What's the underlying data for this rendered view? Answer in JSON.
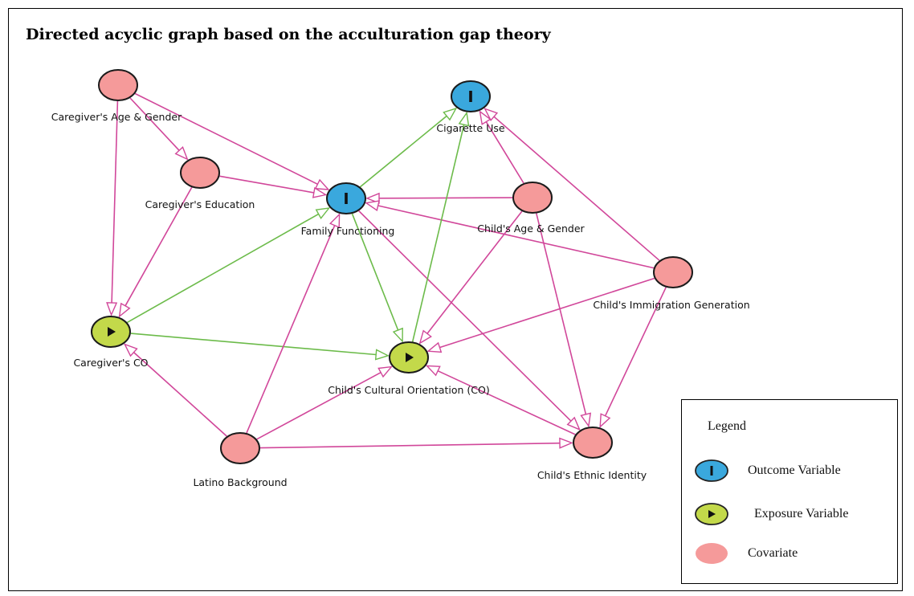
{
  "title": "Directed acyclic graph based on the acculturation gap theory",
  "colors": {
    "outcome": "#3aa8dd",
    "exposure": "#c3d94a",
    "covariate": "#f59a9a",
    "causal_path": "#6cbb4a",
    "biasing_path": "#d1479a"
  },
  "nodes": [
    {
      "id": "caregiver_age_gender",
      "label": "Caregiver's Age & Gender",
      "type": "covariate"
    },
    {
      "id": "caregiver_education",
      "label": "Caregiver's Education",
      "type": "covariate"
    },
    {
      "id": "cigarette_use",
      "label": "Cigarette Use",
      "type": "outcome"
    },
    {
      "id": "family_functioning",
      "label": "Family Functioning",
      "type": "outcome"
    },
    {
      "id": "child_age_gender",
      "label": "Child's Age & Gender",
      "type": "covariate"
    },
    {
      "id": "child_immigration_generation",
      "label": "Child's Immigration Generation",
      "type": "covariate"
    },
    {
      "id": "caregiver_co",
      "label": "Caregiver's CO",
      "type": "exposure"
    },
    {
      "id": "child_co",
      "label": "Child's Cultural Orientation (CO)",
      "type": "exposure"
    },
    {
      "id": "latino_background",
      "label": "Latino Background",
      "type": "covariate"
    },
    {
      "id": "child_ethnic_identity",
      "label": "Child's Ethnic Identity",
      "type": "covariate"
    }
  ],
  "edges": [
    {
      "from": "caregiver_age_gender",
      "to": "caregiver_education",
      "kind": "biasing"
    },
    {
      "from": "caregiver_age_gender",
      "to": "family_functioning",
      "kind": "biasing"
    },
    {
      "from": "caregiver_age_gender",
      "to": "caregiver_co",
      "kind": "biasing"
    },
    {
      "from": "caregiver_education",
      "to": "family_functioning",
      "kind": "biasing"
    },
    {
      "from": "caregiver_education",
      "to": "caregiver_co",
      "kind": "biasing"
    },
    {
      "from": "family_functioning",
      "to": "cigarette_use",
      "kind": "causal"
    },
    {
      "from": "family_functioning",
      "to": "child_co",
      "kind": "causal"
    },
    {
      "from": "family_functioning",
      "to": "child_ethnic_identity",
      "kind": "biasing"
    },
    {
      "from": "child_age_gender",
      "to": "family_functioning",
      "kind": "biasing"
    },
    {
      "from": "child_age_gender",
      "to": "cigarette_use",
      "kind": "biasing"
    },
    {
      "from": "child_age_gender",
      "to": "child_co",
      "kind": "biasing"
    },
    {
      "from": "child_age_gender",
      "to": "child_ethnic_identity",
      "kind": "biasing"
    },
    {
      "from": "child_immigration_generation",
      "to": "cigarette_use",
      "kind": "biasing"
    },
    {
      "from": "child_immigration_generation",
      "to": "family_functioning",
      "kind": "biasing"
    },
    {
      "from": "child_immigration_generation",
      "to": "child_co",
      "kind": "biasing"
    },
    {
      "from": "child_immigration_generation",
      "to": "child_ethnic_identity",
      "kind": "biasing"
    },
    {
      "from": "caregiver_co",
      "to": "family_functioning",
      "kind": "causal"
    },
    {
      "from": "caregiver_co",
      "to": "child_co",
      "kind": "causal"
    },
    {
      "from": "child_co",
      "to": "cigarette_use",
      "kind": "causal"
    },
    {
      "from": "latino_background",
      "to": "caregiver_co",
      "kind": "biasing"
    },
    {
      "from": "latino_background",
      "to": "family_functioning",
      "kind": "biasing"
    },
    {
      "from": "latino_background",
      "to": "child_co",
      "kind": "biasing"
    },
    {
      "from": "latino_background",
      "to": "child_ethnic_identity",
      "kind": "biasing"
    },
    {
      "from": "child_ethnic_identity",
      "to": "child_co",
      "kind": "biasing"
    }
  ],
  "legend": {
    "title": "Legend",
    "items": [
      {
        "type": "outcome",
        "label": "Outcome Variable"
      },
      {
        "type": "exposure",
        "label": "Exposure Variable"
      },
      {
        "type": "covariate",
        "label": "Covariate"
      }
    ]
  }
}
